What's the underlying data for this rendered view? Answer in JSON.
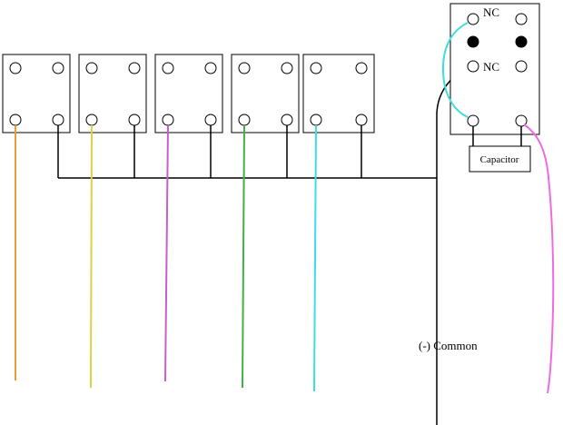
{
  "diagram": {
    "labels": {
      "nc_top": "NC",
      "nc_mid": "NC",
      "capacitor": "Capacitor",
      "common": "(-) Common"
    },
    "colors": {
      "wire_orange": "#E8A030",
      "wire_yellow": "#DFD045",
      "wire_purple": "#C75FC7",
      "wire_green": "#44AF44",
      "wire_cyan": "#3FDDE0",
      "wire_magenta": "#EE6BE0",
      "line_black": "#000000"
    }
  }
}
